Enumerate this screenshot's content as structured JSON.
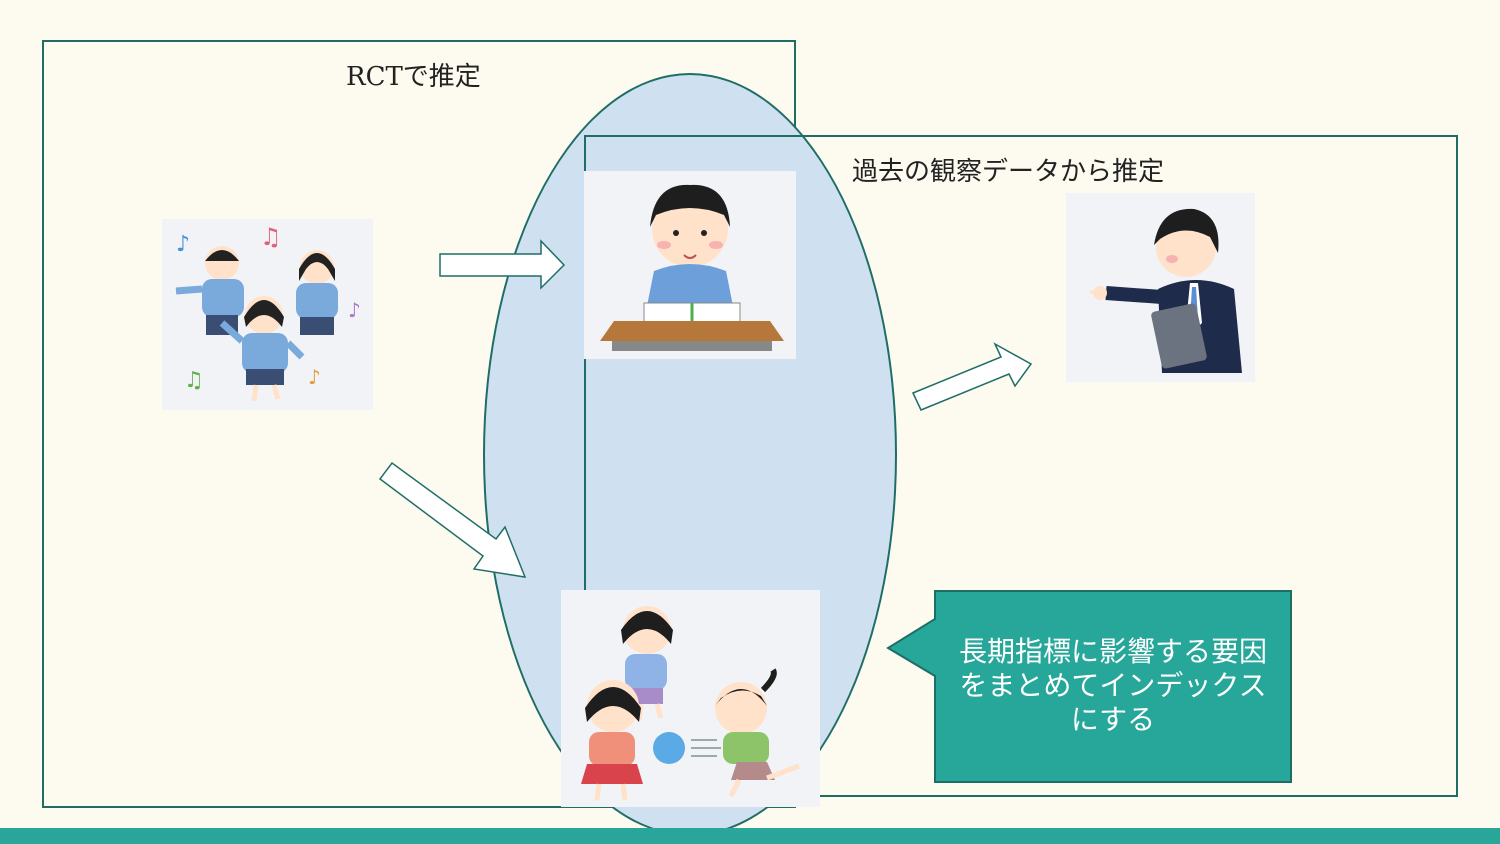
{
  "labels": {
    "rct": "RCTで推定",
    "observational": "過去の観察データから推定"
  },
  "callout": {
    "text": "長期指標に影響する要因をまとめてインデックスにする",
    "fill": "#27a69a",
    "border": "#1f6e66"
  },
  "colors": {
    "background": "#fdfaf0",
    "frame": "#1f6e66",
    "ellipse": "#cfe0f1",
    "bottom_bar": "#2aa59a"
  },
  "images": [
    {
      "name": "dancing-children-image",
      "icon": "dancing-children"
    },
    {
      "name": "studying-boy-image",
      "icon": "boy-studying-at-desk"
    },
    {
      "name": "playing-children-image",
      "icon": "children-playing-ball"
    },
    {
      "name": "pointing-businessman-image",
      "icon": "businessman-pointing"
    }
  ]
}
